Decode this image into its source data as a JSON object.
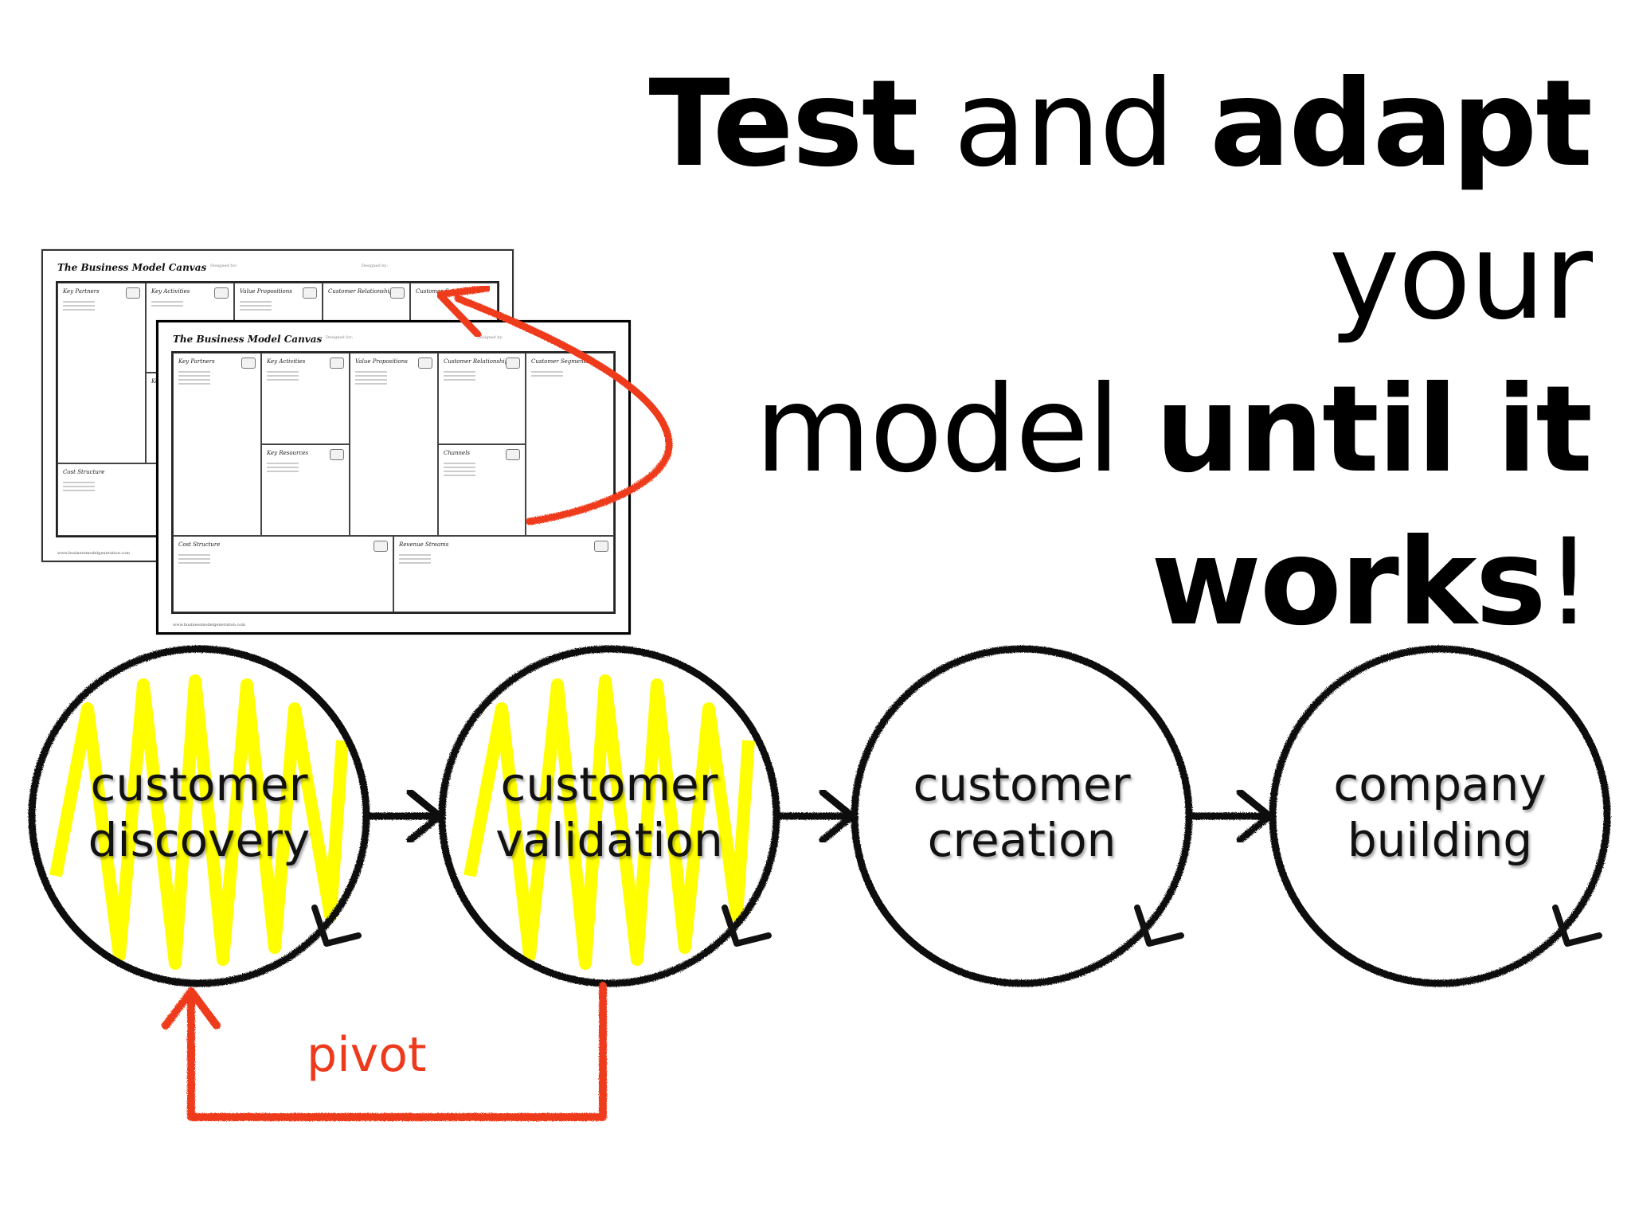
{
  "title": {
    "line1": {
      "w1": "Test",
      "w2": "and",
      "w3": "adapt",
      "w4": "your"
    },
    "line2": {
      "w1": "model",
      "w2": "until it"
    },
    "line3": {
      "w1": "works",
      "w2": "!"
    }
  },
  "canvas": {
    "title": "The Business Model Canvas",
    "designed_for": "Designed for:",
    "designed_by": "Designed by:",
    "footer": "www.businessmodelgeneration.com",
    "blocks": {
      "key_partners": "Key Partners",
      "key_activities": "Key Activities",
      "value_propositions": "Value Propositions",
      "customer_relationships": "Customer Relationships",
      "customer_segments": "Customer Segments",
      "key_resources": "Key Resources",
      "channels": "Channels",
      "cost_structure": "Cost Structure",
      "revenue_streams": "Revenue Streams"
    }
  },
  "stages": [
    {
      "line1": "customer",
      "line2": "discovery",
      "highlighted": true
    },
    {
      "line1": "customer",
      "line2": "validation",
      "highlighted": true
    },
    {
      "line1": "customer",
      "line2": "creation",
      "highlighted": false
    },
    {
      "line1": "company",
      "line2": "building",
      "highlighted": false
    }
  ],
  "pivot_label": "pivot",
  "colors": {
    "highlight": "#ffff00",
    "pivot": "#ee3a1c",
    "stroke": "#111111"
  }
}
